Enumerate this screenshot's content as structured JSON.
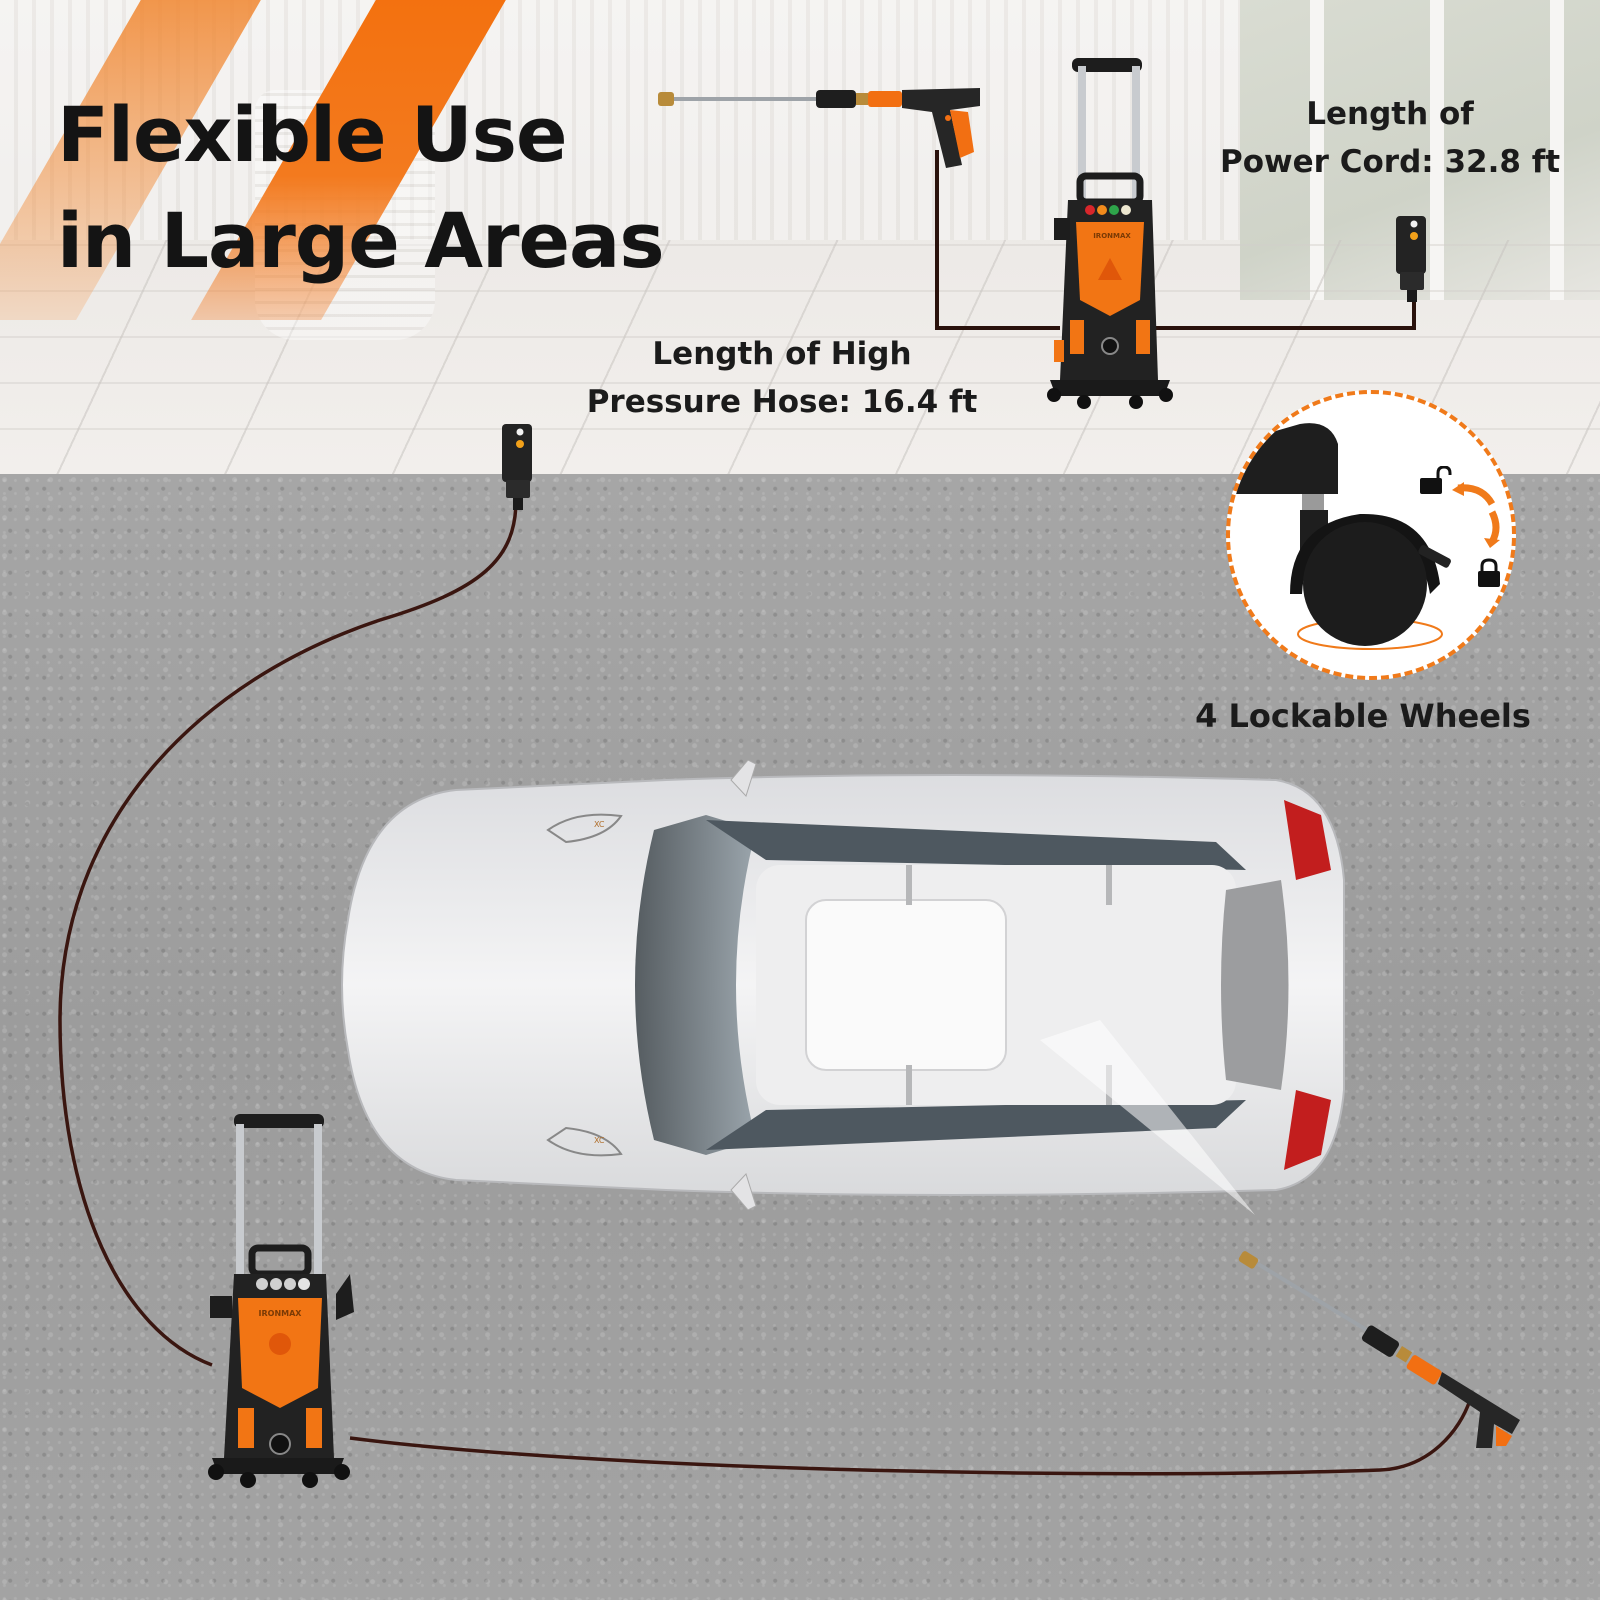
{
  "headline": {
    "line1": "Flexible Use",
    "line2": "in Large Areas"
  },
  "callouts": {
    "power_cord": {
      "line1": "Length of",
      "line2": "Power Cord: 32.8 ft"
    },
    "hose": {
      "line1": "Length of High",
      "line2": "Pressure Hose: 16.4 ft"
    },
    "wheels": {
      "label": "4 Lockable Wheels"
    }
  },
  "product": {
    "brand": "IRONMAX",
    "nozzle_colors": [
      "#d8262b",
      "#f18a1c",
      "#2ea44a",
      "#ece6cf"
    ]
  },
  "wheel_inset": {
    "unlock_icon": "unlocked-padlock-icon",
    "lock_icon": "locked-padlock-icon",
    "rotate_icon": "curved-arrow-icon"
  },
  "car": {
    "badge_top": "XC",
    "badge_bottom": "XC"
  },
  "colors": {
    "accent_orange": "#f36f0c",
    "text_dark": "#141414",
    "cord_brown": "#2a120c",
    "concrete": "#a3a3a3",
    "room_bg": "#efece9"
  }
}
